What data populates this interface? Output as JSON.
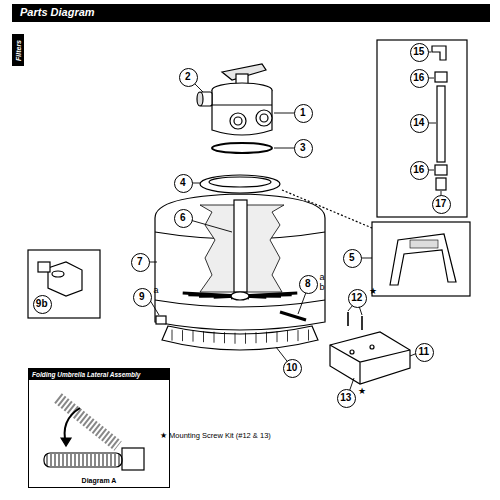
{
  "diagram": {
    "title": "Parts Diagram",
    "nodes": [
      {
        "text": [
          "Filters"
        ]
      },
      {
        "text": [
          "2"
        ]
      },
      {
        "text": [
          "15"
        ]
      },
      {
        "text": [
          "1"
        ]
      },
      {
        "text": [
          "16"
        ]
      },
      {
        "text": [
          "3"
        ]
      },
      {
        "text": [
          "4"
        ]
      },
      {
        "text": [
          "14"
        ]
      },
      {
        "text": [
          "6"
        ]
      },
      {
        "text": [
          "16"
        ]
      },
      {
        "text": [
          "17"
        ]
      },
      {
        "text": [
          "5"
        ]
      },
      {
        "text": [
          "7"
        ]
      },
      {
        "text": [
          "9b"
        ]
      },
      {
        "text": [
          "8",
          "a",
          "b"
        ]
      },
      {
        "text": [
          "9",
          "a"
        ]
      },
      {
        "text": [
          "12",
          "★"
        ]
      },
      {
        "text": [
          "10"
        ]
      },
      {
        "text": [
          "11"
        ]
      },
      {
        "text": [
          "13",
          "★"
        ]
      },
      {
        "text": [
          "Folding Umbrella Lateral Assembly",
          "Diagram A"
        ]
      }
    ],
    "labels": [
      "★ Mounting Screw Kit (#12 & 13)"
    ]
  }
}
